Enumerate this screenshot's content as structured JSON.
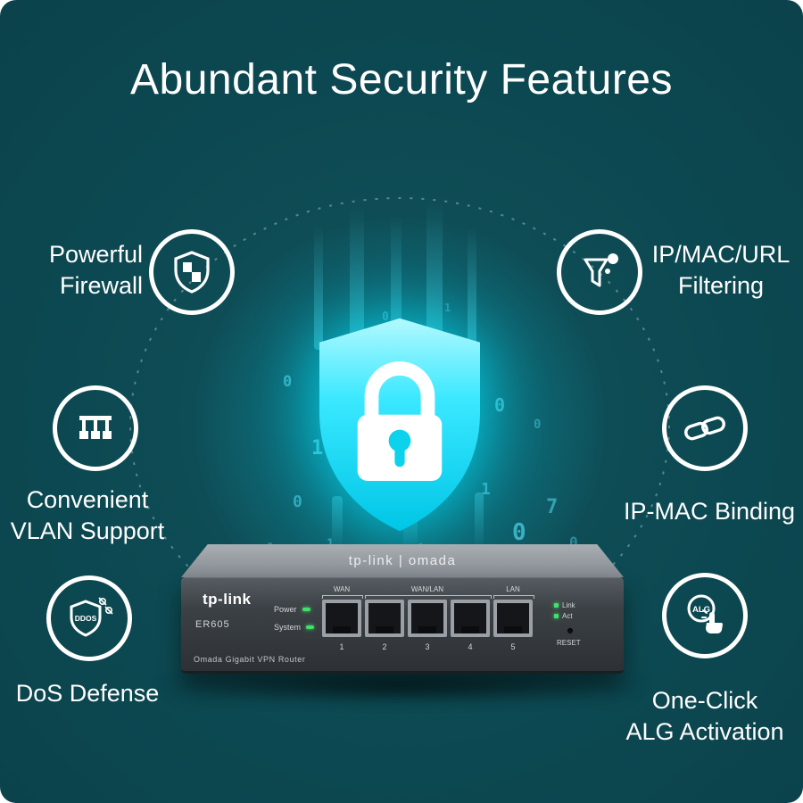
{
  "title": "Abundant Security Features",
  "features": {
    "firewall": {
      "line1": "Powerful",
      "line2": "Firewall"
    },
    "filtering": {
      "line1": "IP/MAC/URL",
      "line2": "Filtering"
    },
    "vlan": {
      "line1": "Convenient",
      "line2": "VLAN Support"
    },
    "binding": {
      "line1": "IP-MAC Binding"
    },
    "dos": {
      "line1": "DoS Defense"
    },
    "alg": {
      "line1": "One-Click",
      "line2": "ALG Activation"
    }
  },
  "icon_texts": {
    "ddos": "DDOS",
    "alg": "ALG"
  },
  "router": {
    "top_brand": "tp-link | omada",
    "logo": "tp-link",
    "model": "ER605",
    "product": "Omada Gigabit  VPN Router",
    "leds": {
      "power": "Power",
      "system": "System",
      "link": "Link",
      "act": "Act"
    },
    "ports": {
      "wan": "WAN",
      "wanlan": "WAN/LAN",
      "lan": "LAN",
      "numbers": [
        "1",
        "2",
        "3",
        "4",
        "5"
      ]
    },
    "reset": "RESET"
  },
  "colors": {
    "background": "#0d4a53",
    "accent": "#2ee6ff",
    "text": "#ffffff"
  },
  "decor": {
    "digits": [
      "0",
      "1",
      "0",
      "1",
      "0",
      "1",
      "0",
      "0",
      "1",
      "0",
      "7",
      "1",
      "0",
      "1",
      "0"
    ]
  }
}
